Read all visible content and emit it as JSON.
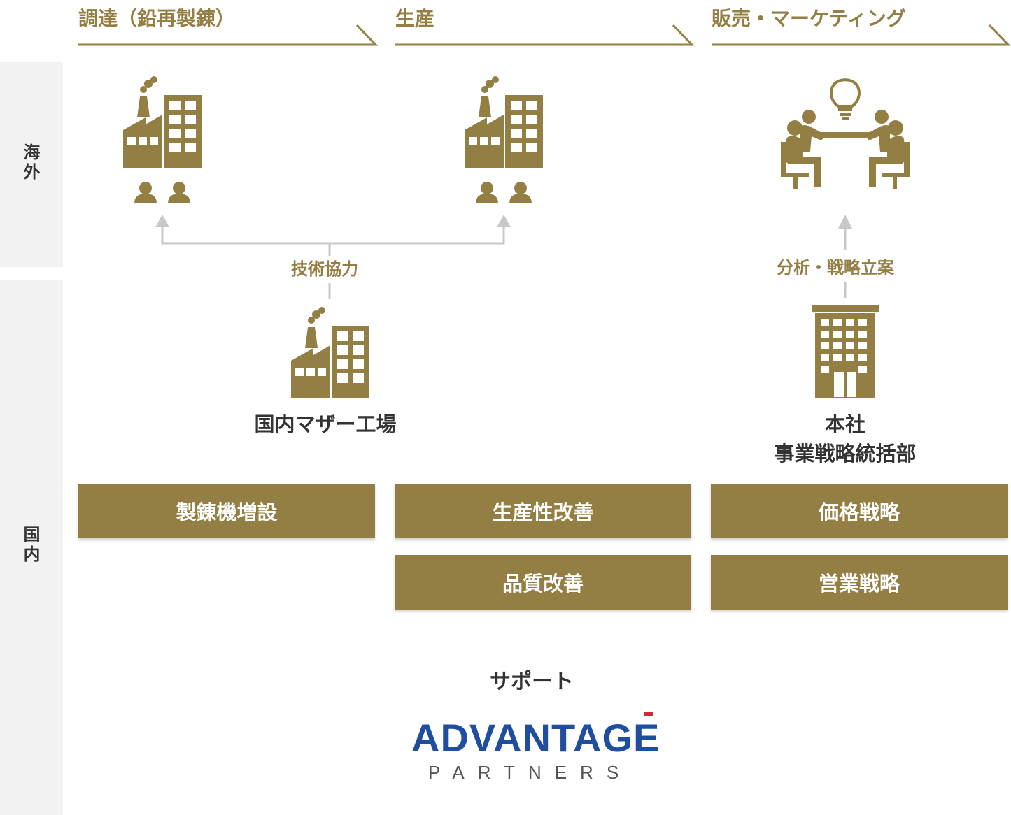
{
  "sidebar": {
    "overseas": "海外",
    "domestic": "国内"
  },
  "columns": {
    "procurement": "調達（鉛再製錬）",
    "production": "生産",
    "sales": "販売・マーケティング"
  },
  "connectors": {
    "technical": "技術協力",
    "analysis": "分析・戦略立案"
  },
  "nodes": {
    "mother_factory": "国内マザー工場",
    "hq_line1": "本社",
    "hq_line2": "事業戦略統括部"
  },
  "boxes": {
    "smelting": "製錬機増設",
    "productivity": "生産性改善",
    "quality": "品質改善",
    "pricing": "価格戦略",
    "sales": "営業戦略"
  },
  "support": {
    "label": "サポート",
    "logo_main": "ADVANTAGE",
    "logo_sub": "PARTNERS"
  },
  "colors": {
    "gold": "#937f43",
    "gray_band": "#f2f2f2",
    "connector": "#c8c8c8",
    "logo_blue": "#1f4da0",
    "logo_red": "#d6243a"
  },
  "icons": {
    "overseas_procurement": "factory-with-workers-icon",
    "overseas_production": "factory-with-workers-icon",
    "overseas_sales": "meeting-idea-icon",
    "domestic_factory": "factory-icon",
    "headquarters": "office-building-icon"
  }
}
